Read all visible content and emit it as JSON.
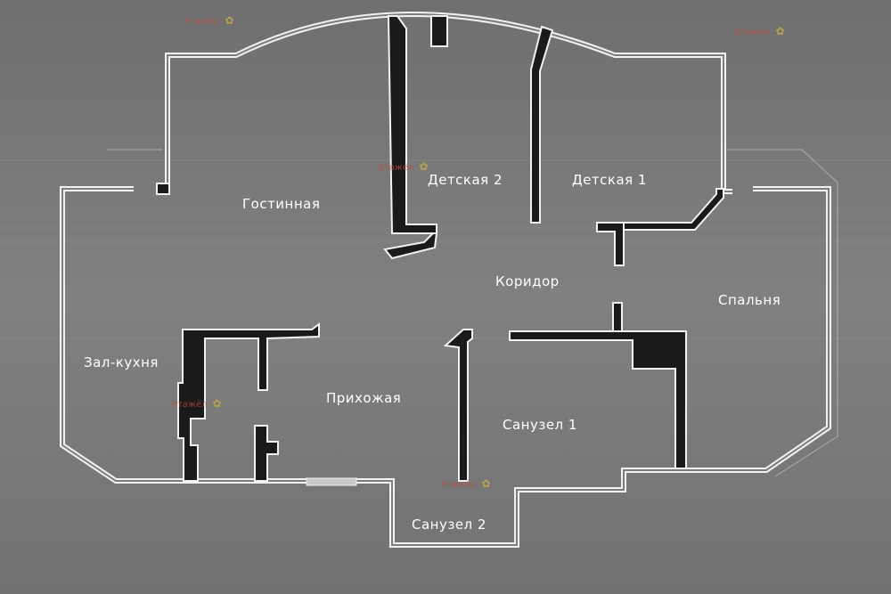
{
  "rooms": {
    "living": "Гостинная",
    "kids2": "Детская 2",
    "kids1": "Детская 1",
    "corridor": "Коридор",
    "bedroom": "Спальня",
    "hall_kitchen": "Зал-кухня",
    "hallway": "Прихожая",
    "bathroom1": "Санузел 1",
    "bathroom2": "Санузел 2"
  },
  "watermark": {
    "text": "Этажёл",
    "icon": "sun-logo-icon"
  },
  "colors": {
    "background": "#7a7a7a",
    "wall_outline": "#f2f2f2",
    "wall_fill": "#1a1a1a",
    "watermark": "#c24a3a"
  }
}
